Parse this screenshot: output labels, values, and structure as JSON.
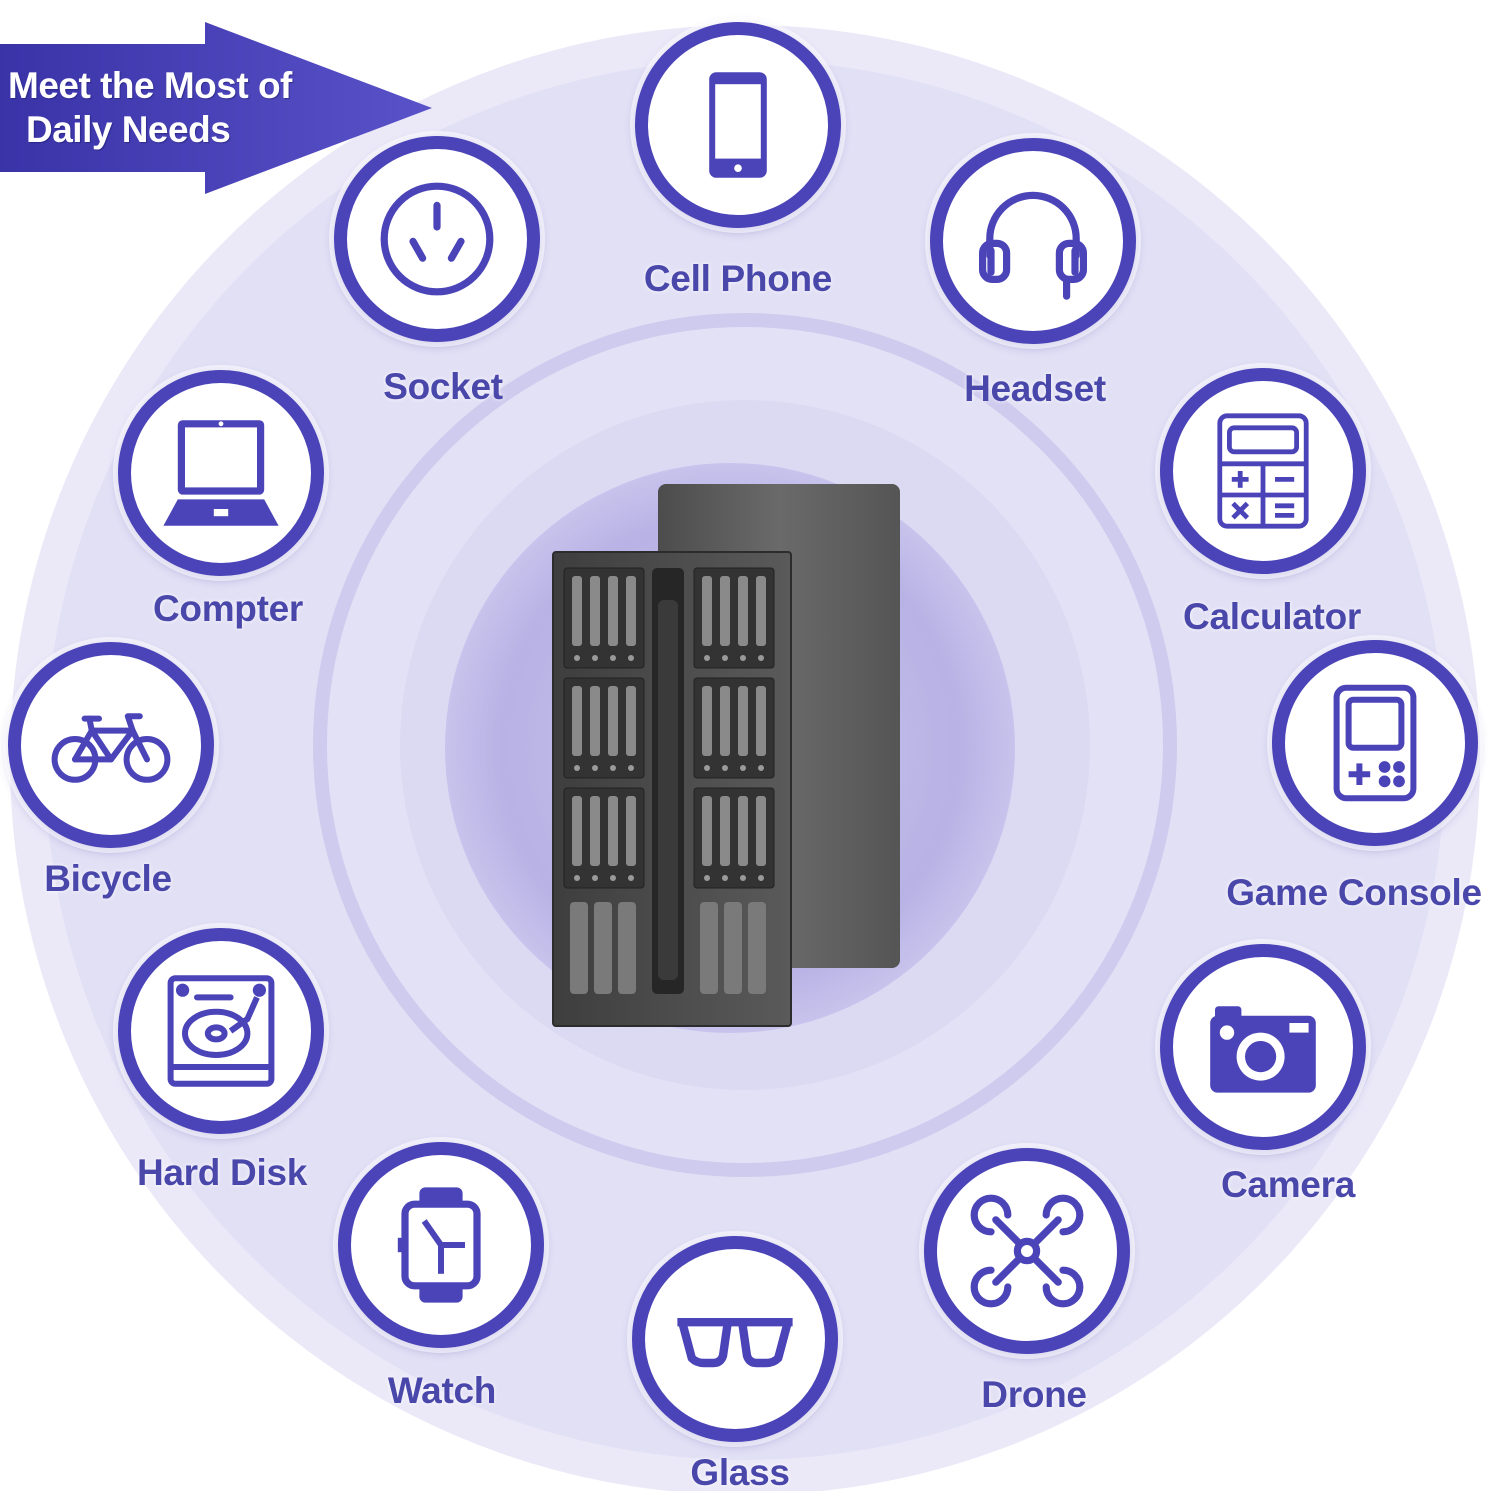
{
  "banner": {
    "line1": "Meet the Most of",
    "line2": "Daily Needs"
  },
  "colors": {
    "accent": "#4b44b8",
    "label": "#4a47ab",
    "ring_light": "#e4e2f5",
    "ring_mid": "#d3d0ef",
    "center": "#b9b4e6"
  },
  "product": {
    "name": "precision screwdriver set case",
    "icon": "toolkit-icon"
  },
  "items": [
    {
      "label": "Cell Phone",
      "icon": "cell-phone-icon"
    },
    {
      "label": "Headset",
      "icon": "headset-icon"
    },
    {
      "label": "Calculator",
      "icon": "calculator-icon"
    },
    {
      "label": "Game Console",
      "icon": "game-console-icon"
    },
    {
      "label": "Camera",
      "icon": "camera-icon"
    },
    {
      "label": "Drone",
      "icon": "drone-icon"
    },
    {
      "label": "Glass",
      "icon": "glasses-icon"
    },
    {
      "label": "Watch",
      "icon": "watch-icon"
    },
    {
      "label": "Hard Disk",
      "icon": "hard-disk-icon"
    },
    {
      "label": "Bicycle",
      "icon": "bicycle-icon"
    },
    {
      "label": "Compter",
      "icon": "computer-icon"
    },
    {
      "label": "Socket",
      "icon": "socket-icon"
    }
  ]
}
